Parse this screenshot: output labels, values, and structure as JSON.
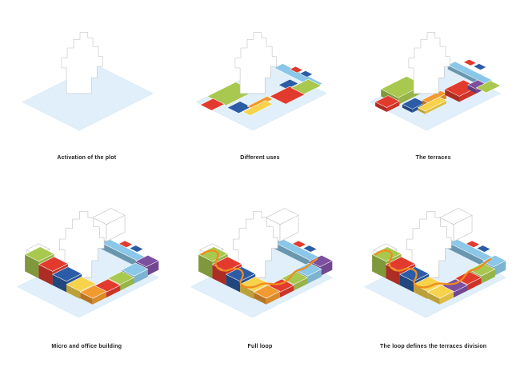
{
  "figure": {
    "background": "#ffffff",
    "caption_color": "#1d1d1b"
  },
  "palette": {
    "plot": "#e0eff9",
    "green": "#a8c84f",
    "red": "#e23b2e",
    "blue": "#2d5ca6",
    "yellow": "#f7d24b",
    "orange": "#f19a30",
    "purple": "#7d4fa0",
    "sky": "#8ac7e8",
    "building_outline": "#c6c6c6",
    "loop": "#f08c1e"
  },
  "panels": [
    {
      "caption": "Activation of the plot"
    },
    {
      "caption": "Different uses"
    },
    {
      "caption": "The terraces"
    },
    {
      "caption": "Micro and office building"
    },
    {
      "caption": "Full loop"
    },
    {
      "caption": "The loop defines the terraces division"
    }
  ]
}
